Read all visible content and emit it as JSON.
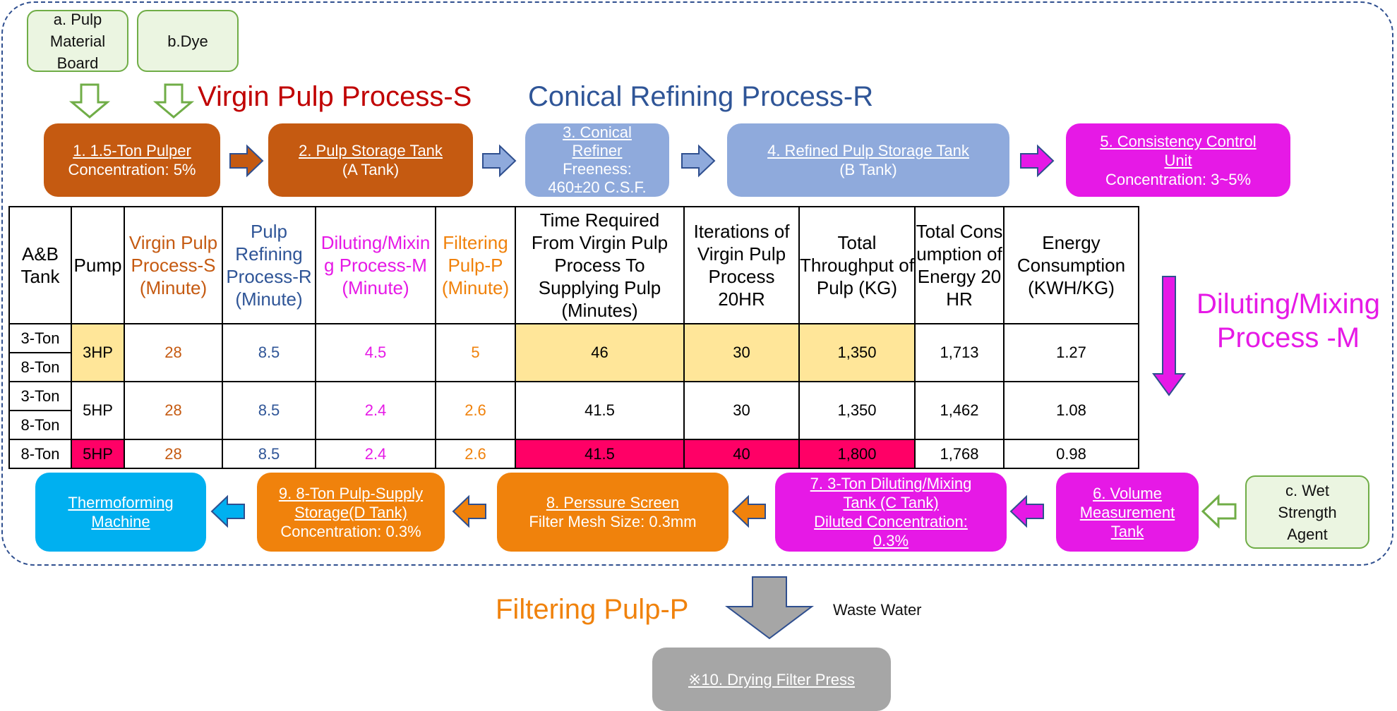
{
  "inputs": {
    "pulp_board": "a. Pulp Material Board",
    "dye": "b.Dye",
    "wet_strength": "c. Wet Strength Agent"
  },
  "headings": {
    "virgin": "Virgin Pulp Process-S",
    "conical": "Conical Refining Process-R",
    "diluting_line1": "Diluting/Mixing",
    "diluting_line2": "Process -M",
    "filtering": "Filtering Pulp-P",
    "waste_water": "Waste Water"
  },
  "steps": {
    "s1": {
      "title": "1. 1.5-Ton Pulper",
      "sub": "Concentration: 5%"
    },
    "s2": {
      "title": "2. Pulp Storage Tank",
      "sub": "(A Tank)"
    },
    "s3": {
      "l1": "3. Conical",
      "l2": "Refiner",
      "l3": "Freeness:",
      "l4": "460±20 C.S.F."
    },
    "s4": {
      "title": "4. Refined Pulp Storage Tank",
      "sub": "(B Tank)"
    },
    "s5": {
      "l1": "5. Consistency Control",
      "l2": "Unit",
      "l3": "Concentration: 3~5%"
    },
    "s6": {
      "l1": "6. Volume",
      "l2": "Measurement",
      "l3": "Tank"
    },
    "s7": {
      "l1": "7. 3-Ton Diluting/Mixing",
      "l2": "Tank (C Tank)",
      "l3": "Diluted Concentration:",
      "l4": "0.3%"
    },
    "s8": {
      "l1": "8. Perssure Screen",
      "l2": "Filter Mesh Size: 0.3mm"
    },
    "s9": {
      "l1": "9. 8-Ton Pulp-Supply",
      "l2": "Storage(D Tank)",
      "l3": "Concentration: 0.3%"
    },
    "s10": {
      "l1": "Thermoforming",
      "l2": "Machine"
    },
    "s11": {
      "l1": "※10. Drying Filter Press"
    }
  },
  "table": {
    "headers": [
      "A&B Tank",
      "Pump",
      "Virgin Pulp Process-S (Minute)",
      "Pulp Refining Process-R (Minute)",
      "Diluting/Mixing Process-M (Minute)",
      "Filtering Pulp-P (Minute)",
      "Time Required From Virgin Pulp Process To Supplying Pulp (Minutes)",
      "Iterations of Virgin Pulp Process 20HR",
      "Total Throughput of Pulp (KG)",
      "Total Consumption of Energy 20HR",
      "Energy Consumption (KWH/KG)"
    ],
    "rows": [
      {
        "tanks": [
          "3-Ton",
          "8-Ton"
        ],
        "pump": "3HP",
        "s": "28",
        "r": "8.5",
        "m": "4.5",
        "p": "5",
        "time": "46",
        "iter": "30",
        "kg": "1,350",
        "energy": "1,713",
        "kwh": "1.27"
      },
      {
        "tanks": [
          "3-Ton",
          "8-Ton"
        ],
        "pump": "5HP",
        "s": "28",
        "r": "8.5",
        "m": "2.4",
        "p": "2.6",
        "time": "41.5",
        "iter": "30",
        "kg": "1,350",
        "energy": "1,462",
        "kwh": "1.08"
      },
      {
        "tanks": [
          "8-Ton"
        ],
        "pump": "5HP",
        "s": "28",
        "r": "8.5",
        "m": "2.4",
        "p": "2.6",
        "time": "41.5",
        "iter": "40",
        "kg": "1,800",
        "energy": "1,768",
        "kwh": "0.98"
      }
    ]
  },
  "colors": {
    "brown": "#c55a11",
    "blue": "#8faadc",
    "magenta": "#e619e6",
    "orange": "#f0820c",
    "cyan": "#00b0f0",
    "gray": "#a6a6a6",
    "highlight_yellow": "#ffe699",
    "highlight_red": "#ff0066",
    "navy": "#2f5597",
    "dark_red": "#c00000"
  }
}
